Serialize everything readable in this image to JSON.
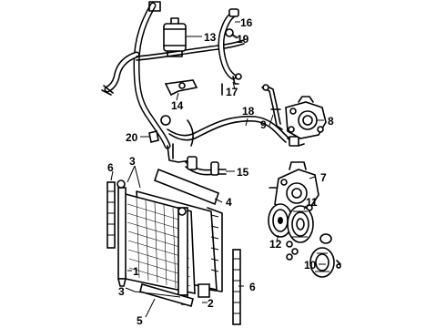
{
  "callouts": {
    "c1": "1",
    "c2": "2",
    "c3a": "3",
    "c3b": "3",
    "c4": "4",
    "c5": "5",
    "c6a": "6",
    "c6b": "6",
    "c7": "7",
    "c8": "8",
    "c9": "9",
    "c10": "10",
    "c11": "11",
    "c12": "12",
    "c13": "13",
    "c14": "14",
    "c15": "15",
    "c16": "16",
    "c17": "17",
    "c18": "18",
    "c19": "19",
    "c20": "20"
  }
}
